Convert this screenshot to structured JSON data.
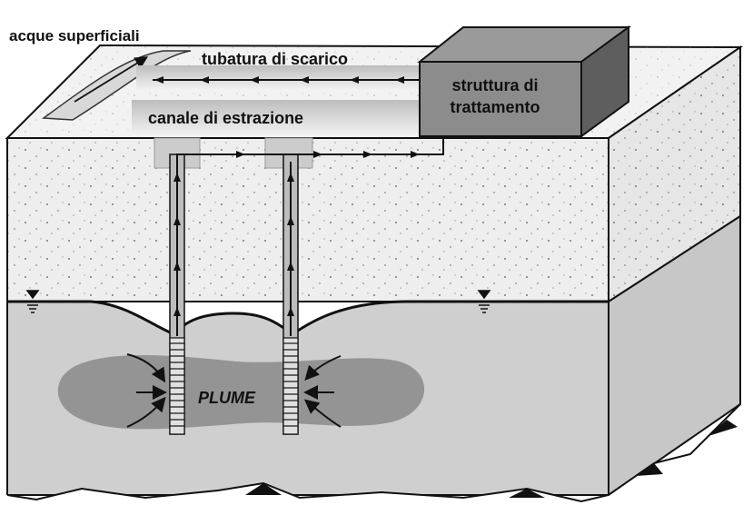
{
  "labels": {
    "surface_water": "acque superficiali",
    "discharge_pipe": "tubatura di scarico",
    "extraction_channel": "canale di estrazione",
    "treatment_plant_line1": "struttura di",
    "treatment_plant_line2": "trattamento",
    "plume": "PLUME"
  },
  "colors": {
    "soil": "#eeeeee",
    "soil_side": "#e6e6e6",
    "aquifer": "#cfcfcf",
    "aquifer_side": "#c7c7c7",
    "plume": "#8a8a8a",
    "box_front": "#8c8c8c",
    "box_side": "#5e5e5e",
    "outline": "#111111"
  }
}
